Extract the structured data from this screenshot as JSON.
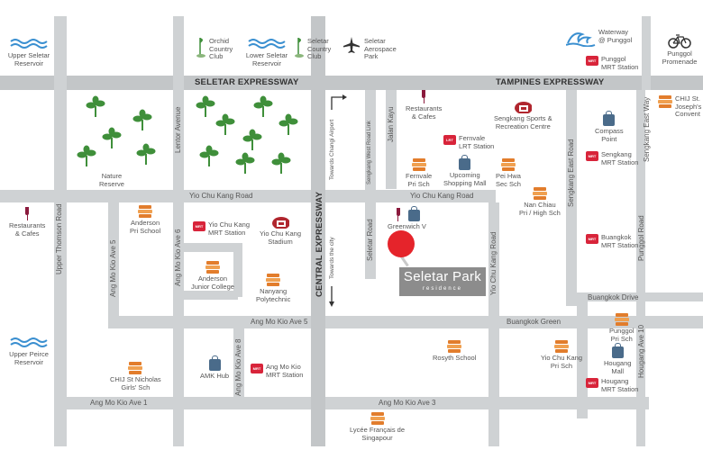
{
  "roads": {
    "seletar_expressway_w": "SELETAR EXPRESSWAY",
    "tampines_expressway": "TAMPINES EXPRESSWAY",
    "central_expressway": "CENTRAL EXPRESSWAY",
    "yio_chu_kang_road_w": "Yio Chu Kang Road",
    "yio_chu_kang_road_e": "Yio Chu Kang Road",
    "ang_mo_kio_ave5": "Ang Mo Kio Ave 5",
    "ang_mo_kio_ave5_v": "Ang Mo Kio Ave 5",
    "ang_mo_kio_ave6": "Ang Mo Kio Ave 6",
    "ang_mo_kio_ave8": "Ang Mo Kio Ave 8",
    "ang_mo_kio_ave1": "Ang Mo Kio Ave 1",
    "ang_mo_kio_ave3": "Ang Mo Kio Ave 3",
    "upper_thomson_road": "Upper Thomson Road",
    "lentor_avenue": "Lentor Avenue",
    "seletar_road": "Seletar Road",
    "seletar_west_link": "Sengkang West Road Link",
    "jalan_kayu": "Jalan Kayu",
    "yio_chu_kang_road_v": "Yio Chu Kang Road",
    "buangkok_green": "Buangkok Green",
    "buangkok_drive": "Buangkok Drive",
    "sengkang_east_road": "Sengkang East Road",
    "sengkang_east_way": "Sengkang East Way",
    "punggol_road": "Punggol Road",
    "hougang_ave10": "Hougang Ave 10",
    "towards_changi": "Towards Changi Airport",
    "towards_city": "Towards the city"
  },
  "places": {
    "upper_seletar": "Upper Seletar\nReservoir",
    "orchid_country_club": "Orchid\nCountry\nClub",
    "lower_seletar": "Lower Seletar\nReservoir",
    "seletar_country_club": "Seletar\nCountry\nClub",
    "seletar_aerospace": "Seletar\nAerospace\nPark",
    "waterway_punggol": "Waterway\n@ Punggol",
    "punggol_mrt": "Punggol\nMRT Station",
    "punggol_promenade": "Punggol\nPromenade",
    "nature_reserve": "Nature\nReserve",
    "restaurants_cafes_n": "Restaurants\n& Cafes",
    "sengkang_sports": "Sengkang Sports &\nRecreation Centre",
    "chij_st_josephs": "CHIJ St.\nJoseph's\nConvent",
    "compass_point": "Compass\nPoint",
    "sengkang_mrt": "Sengkang\nMRT Station",
    "fernvale_lrt": "Fernvale\nLRT Station",
    "fernvale_pri": "Fernvale\nPri Sch",
    "upcoming_mall": "Upcoming\nShopping Mall",
    "pei_hwa": "Pei Hwa\nSec Sch",
    "nan_chiau": "Nan Chiau\nPri / High Sch",
    "restaurants_cafes_w": "Restaurants\n& Cafes",
    "anderson_pri": "Anderson\nPri School",
    "ycj_mrt": "Yio Chu Kang\nMRT Station",
    "ycj_stadium": "Yio Chu Kang\nStadium",
    "greenwich_v": "Greenwich V",
    "buangkok_mrt": "Buangkok\nMRT Station",
    "anderson_jc": "Anderson\nJunior College",
    "nanyang_poly": "Nanyang\nPolytechnic",
    "upper_peirce": "Upper Peirce\nReservoir",
    "punggol_pri": "Punggol\nPri Sch",
    "rosyth": "Rosyth School",
    "ycj_pri": "Yio Chu Kang\nPri Sch",
    "hougang_mall": "Hougang\nMall",
    "chij_st_nicholas": "CHIJ St Nicholas\nGirls' Sch",
    "amk_hub": "AMK Hub",
    "amk_mrt": "Ang Mo Kio\nMRT Station",
    "hougang_mrt": "Hougang\nMRT Station",
    "lycee": "Lycée Français de\nSingapour"
  },
  "highlight": {
    "name": "Seletar Park",
    "sub": "residence"
  },
  "mrt_badge": "MRT",
  "lrt_badge": "LRT",
  "colors": {
    "road": "#cfd2d4",
    "pin": "#e5242b",
    "mrt": "#d8243a",
    "school": "#e27d2c",
    "mall": "#4a6b8a",
    "tree": "#3f8f3a",
    "water": "#3a8fd0"
  }
}
